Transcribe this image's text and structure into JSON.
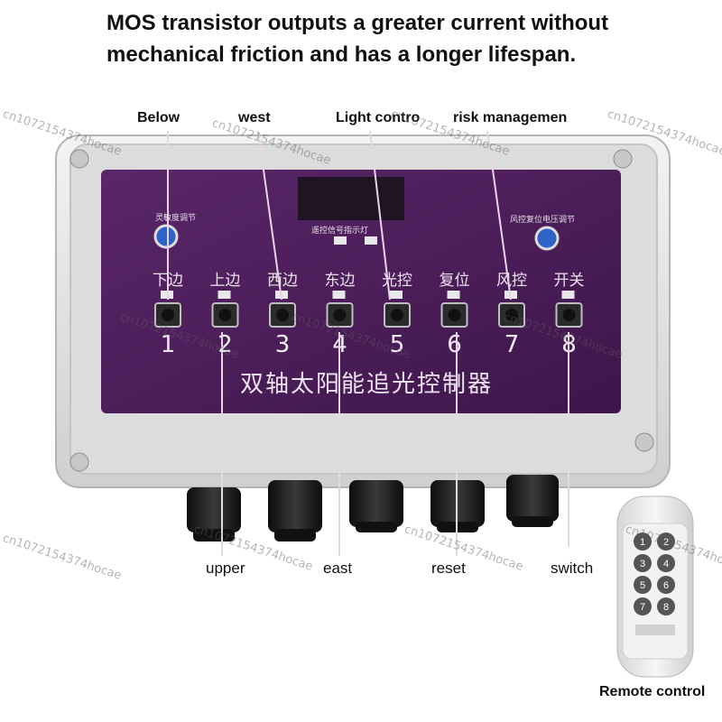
{
  "headline": "MOS transistor outputs a greater current without mechanical friction and has a longer lifespan.",
  "callouts_top": {
    "below": "Below",
    "west": "west",
    "light": "Light contro",
    "risk": "risk managemen"
  },
  "callouts_bottom": {
    "upper": "upper",
    "east": "east",
    "reset": "reset",
    "switch": "switch"
  },
  "remote_label": "Remote control",
  "board": {
    "small_left": "灵敏度调节",
    "small_center": "遥控信号指示灯",
    "small_right": "风控复位电压调节",
    "title": "双轴太阳能追光控制器",
    "buttons": [
      {
        "label": "下边",
        "number": "1"
      },
      {
        "label": "上边",
        "number": "2"
      },
      {
        "label": "西边",
        "number": "3"
      },
      {
        "label": "东边",
        "number": "4"
      },
      {
        "label": "光控",
        "number": "5"
      },
      {
        "label": "复位",
        "number": "6"
      },
      {
        "label": "风控",
        "number": "7"
      },
      {
        "label": "开关",
        "number": "8"
      }
    ]
  },
  "remote": {
    "keys": [
      "1",
      "2",
      "3",
      "4",
      "5",
      "6",
      "7",
      "8"
    ]
  },
  "watermark": "cn1072154374hocae",
  "colors": {
    "pcb": "#4b1d5a",
    "case": "#e4e4e4",
    "gland": "#1a1a1a",
    "remote_key": "#555555"
  }
}
